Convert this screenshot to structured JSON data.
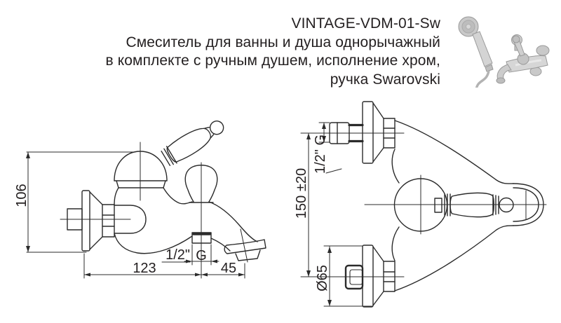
{
  "title": {
    "model": "VINTAGE-VDM-01-Sw",
    "line2": "Смеситель для ванны и душа однорычажный",
    "line3": "в комплекте с ручным душем, исполнение хром,",
    "line4": "ручка Swarovski"
  },
  "side_view": {
    "height": "106",
    "wall_to_outlet": "123",
    "outlet_to_spout": "45",
    "outlet_thread": "1/2\"",
    "outlet_thread_unit": "G"
  },
  "front_view": {
    "centers": "150 ±20",
    "inlet_thread": "1/2\" G",
    "flange_diameter": "Ø65"
  },
  "colors": {
    "line": "#2b2b2b",
    "text": "#231f20",
    "background": "#ffffff"
  }
}
